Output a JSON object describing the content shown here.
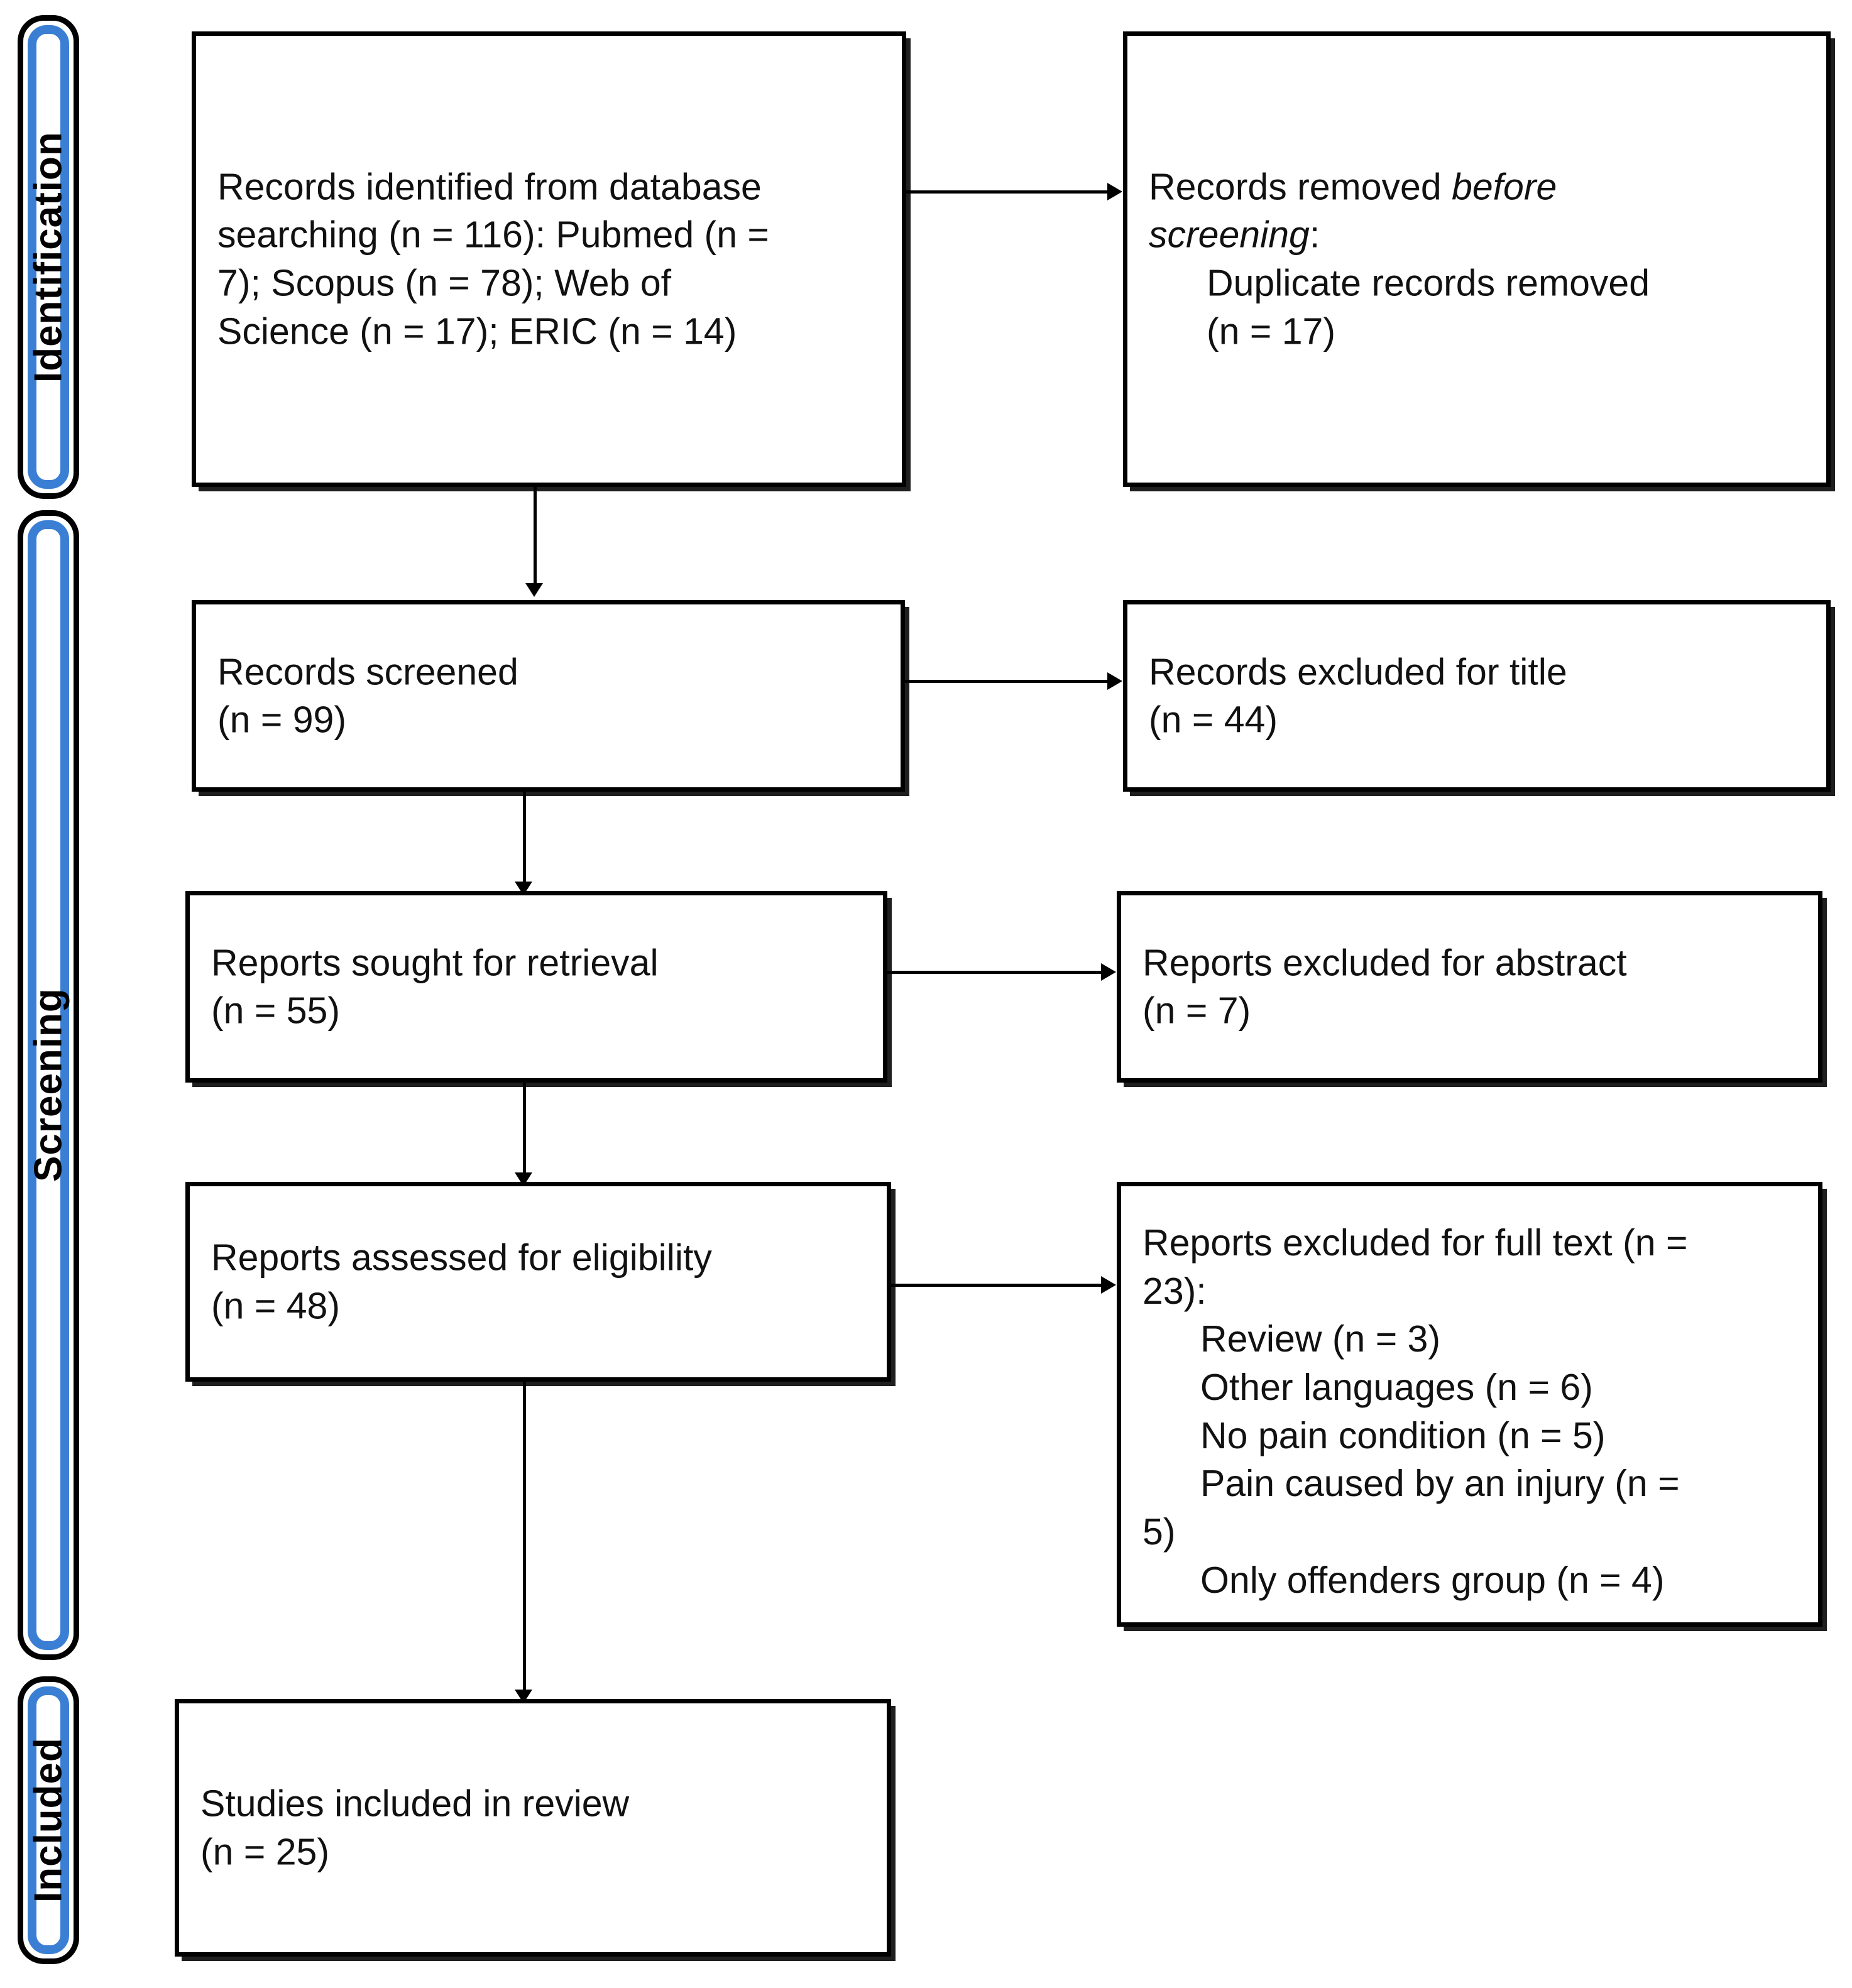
{
  "diagram": {
    "title": "PRISMA 2020 flow diagram",
    "type": "flowchart",
    "accent_color": "#3b7fd4",
    "line_color": "#000000",
    "background_color": "#ffffff"
  },
  "phases": [
    {
      "id": "identification",
      "label": "Identification"
    },
    {
      "id": "screening",
      "label": "Screening"
    },
    {
      "id": "included",
      "label": "Included"
    }
  ],
  "boxes": {
    "identified": {
      "id": "records-identified",
      "line1": "Records identified from database",
      "line2": "searching (n = 116): Pubmed (n =",
      "line3": "7); Scopus (n = 78); Web of",
      "line4": "Science (n = 17); ERIC (n = 14)"
    },
    "removed_before_screening": {
      "id": "records-removed-before-screening",
      "line1_pre": "Records removed ",
      "line1_em": "before",
      "line2_em": "screening",
      "line2_post": ":",
      "line3": "Duplicate records removed",
      "line4": "(n = 17)"
    },
    "screened": {
      "id": "records-screened",
      "line1": "Records screened",
      "line2": "(n = 99)"
    },
    "excluded_title": {
      "id": "records-excluded-title",
      "line1": "Records excluded for title",
      "line2": "(n = 44)"
    },
    "sought": {
      "id": "reports-sought-retrieval",
      "line1": "Reports sought for retrieval",
      "line2": "(n = 55)"
    },
    "excluded_abstract": {
      "id": "reports-excluded-abstract",
      "line1": "Reports excluded for abstract",
      "line2": "(n = 7)"
    },
    "assessed": {
      "id": "reports-assessed-eligibility",
      "line1": "Reports assessed for eligibility",
      "line2": "(n = 48)"
    },
    "excluded_fulltext": {
      "id": "reports-excluded-fulltext",
      "line1": "Reports excluded for full text (n =",
      "line2": "23):",
      "reason1": "Review (n = 3)",
      "reason2": "Other languages (n = 6)",
      "reason3": "No pain condition (n = 5)",
      "reason4a": "Pain caused by an injury (n =",
      "reason4b": "5)",
      "reason5": "Only offenders group (n = 4)"
    },
    "included_studies": {
      "id": "studies-included-review",
      "line1": "Studies included in review",
      "line2": "(n = 25)"
    }
  },
  "counts": {
    "records_identified_total": 116,
    "pubmed": 7,
    "scopus": 78,
    "web_of_science": 17,
    "eric": 14,
    "duplicates_removed": 17,
    "records_screened": 99,
    "excluded_title": 44,
    "reports_sought": 55,
    "excluded_abstract": 7,
    "reports_assessed": 48,
    "excluded_fulltext_total": 23,
    "excluded_review": 3,
    "excluded_other_languages": 6,
    "excluded_no_pain_condition": 5,
    "excluded_pain_by_injury": 5,
    "excluded_only_offenders": 4,
    "studies_included": 25
  }
}
